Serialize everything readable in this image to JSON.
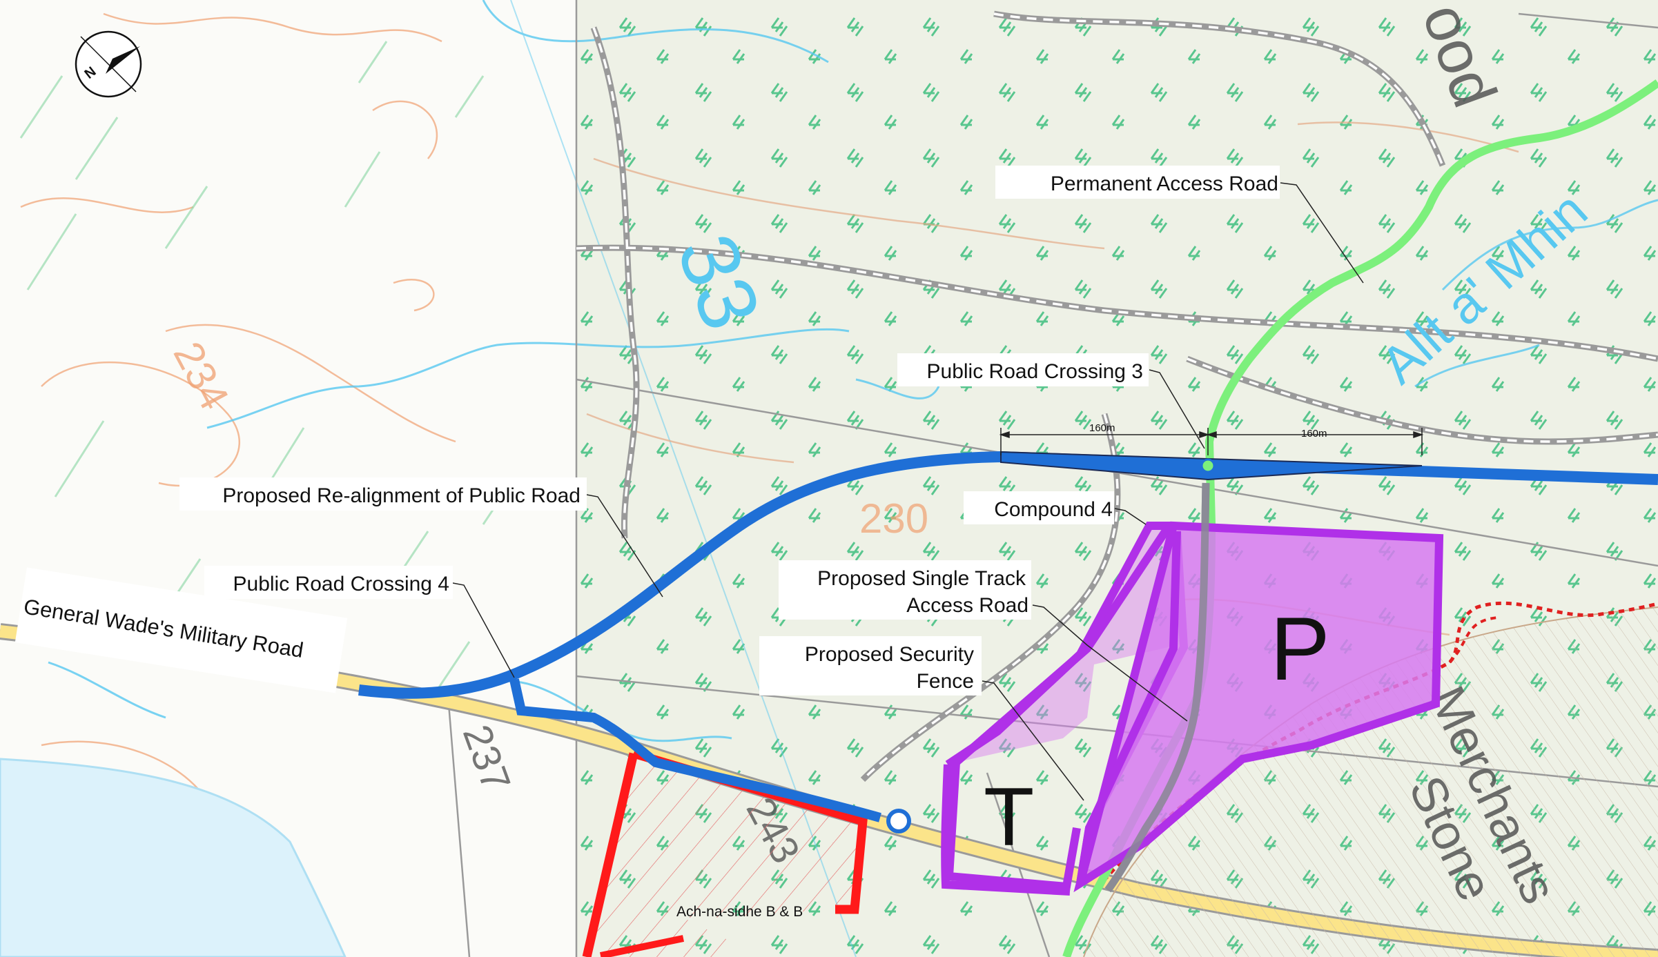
{
  "labels": {
    "permanent_access_road": "Permanent Access Road",
    "public_road_crossing_3": "Public Road Crossing 3",
    "public_road_crossing_4": "Public Road Crossing 4",
    "proposed_realignment": "Proposed Re-alignment of Public Road",
    "compound_4": "Compound 4",
    "single_track_line1": "Proposed Single Track",
    "single_track_line2": "Access Road",
    "security_fence_line1": "Proposed Security",
    "security_fence_line2": "Fence",
    "military_road": "General Wade's Military Road",
    "bnb": "Ach-na-sidhe B & B",
    "dim_left": "160m",
    "dim_right": "160m",
    "compound_p": "P",
    "compound_t": "T"
  },
  "base_map_text": {
    "spot_234": "234",
    "spot_230": "230",
    "spot_237": "237",
    "spot_243": "243",
    "grid_33": "33",
    "wood": "ood",
    "allt": "Allt a' Mhin",
    "merchants": "Merchants",
    "stone": "Stone"
  },
  "north_arrow": {
    "letter": "N",
    "icon": "north-arrow-icon"
  },
  "colors": {
    "public_road": "#1f6fd6",
    "access_road": "#7cf07c",
    "compound": "#b030e8",
    "compound_fill": "#d67af0",
    "bnb_boundary": "#ff1a1a",
    "water": "#58c8f0",
    "contours": "#f0a070",
    "woodland": "#3cb371",
    "background": "#eef1e6"
  }
}
